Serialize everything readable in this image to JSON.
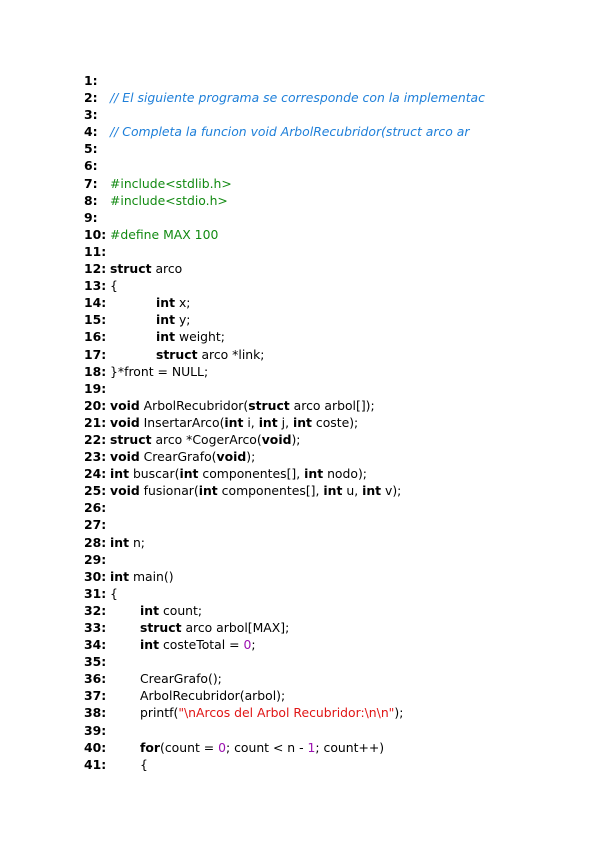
{
  "lines": [
    {
      "n": "1:",
      "ind": 0,
      "toks": []
    },
    {
      "n": "2:",
      "ind": 0,
      "toks": [
        {
          "t": "// El siguiente programa se corresponde con la implementac",
          "c": "cm"
        }
      ]
    },
    {
      "n": "3:",
      "ind": 0,
      "toks": []
    },
    {
      "n": "4:",
      "ind": 0,
      "toks": [
        {
          "t": "// Completa la funcion void ArbolRecubridor(struct arco ar",
          "c": "cm"
        }
      ]
    },
    {
      "n": "5:",
      "ind": 0,
      "toks": []
    },
    {
      "n": "6:",
      "ind": 0,
      "toks": []
    },
    {
      "n": "7:",
      "ind": 0,
      "toks": [
        {
          "t": "#include<stdlib.h>",
          "c": "pp"
        }
      ]
    },
    {
      "n": "8:",
      "ind": 0,
      "toks": [
        {
          "t": "#include<stdio.h>",
          "c": "pp"
        }
      ]
    },
    {
      "n": "9:",
      "ind": 0,
      "toks": []
    },
    {
      "n": "10:",
      "ind": 0,
      "toks": [
        {
          "t": "#define MAX 100",
          "c": "pp"
        }
      ]
    },
    {
      "n": "11:",
      "ind": 0,
      "toks": []
    },
    {
      "n": "12:",
      "ind": 0,
      "toks": [
        {
          "t": "struct",
          "c": "kw"
        },
        {
          "t": " arco"
        }
      ]
    },
    {
      "n": "13:",
      "ind": 0,
      "toks": [
        {
          "t": "{"
        }
      ]
    },
    {
      "n": "14:",
      "ind": 2,
      "toks": [
        {
          "t": "int",
          "c": "kw"
        },
        {
          "t": " x;"
        }
      ]
    },
    {
      "n": "15:",
      "ind": 2,
      "toks": [
        {
          "t": "int",
          "c": "kw"
        },
        {
          "t": " y;"
        }
      ]
    },
    {
      "n": "16:",
      "ind": 2,
      "toks": [
        {
          "t": "int",
          "c": "kw"
        },
        {
          "t": " weight;"
        }
      ]
    },
    {
      "n": "17:",
      "ind": 2,
      "toks": [
        {
          "t": "struct",
          "c": "kw"
        },
        {
          "t": " arco *link;"
        }
      ]
    },
    {
      "n": "18:",
      "ind": 0,
      "toks": [
        {
          "t": "}*front = NULL;"
        }
      ]
    },
    {
      "n": "19:",
      "ind": 0,
      "toks": []
    },
    {
      "n": "20:",
      "ind": 0,
      "toks": [
        {
          "t": "void",
          "c": "kw"
        },
        {
          "t": " ArbolRecubridor("
        },
        {
          "t": "struct",
          "c": "kw"
        },
        {
          "t": " arco arbol[]);"
        }
      ]
    },
    {
      "n": "21:",
      "ind": 0,
      "toks": [
        {
          "t": "void",
          "c": "kw"
        },
        {
          "t": " InsertarArco("
        },
        {
          "t": "int",
          "c": "kw"
        },
        {
          "t": " i, "
        },
        {
          "t": "int",
          "c": "kw"
        },
        {
          "t": " j, "
        },
        {
          "t": "int",
          "c": "kw"
        },
        {
          "t": " coste);"
        }
      ]
    },
    {
      "n": "22:",
      "ind": 0,
      "toks": [
        {
          "t": "struct",
          "c": "kw"
        },
        {
          "t": " arco *CogerArco("
        },
        {
          "t": "void",
          "c": "kw"
        },
        {
          "t": ");"
        }
      ]
    },
    {
      "n": "23:",
      "ind": 0,
      "toks": [
        {
          "t": "void",
          "c": "kw"
        },
        {
          "t": " CrearGrafo("
        },
        {
          "t": "void",
          "c": "kw"
        },
        {
          "t": ");"
        }
      ]
    },
    {
      "n": "24:",
      "ind": 0,
      "toks": [
        {
          "t": "int",
          "c": "kw"
        },
        {
          "t": " buscar("
        },
        {
          "t": "int",
          "c": "kw"
        },
        {
          "t": " componentes[], "
        },
        {
          "t": "int",
          "c": "kw"
        },
        {
          "t": " nodo);"
        }
      ]
    },
    {
      "n": "25:",
      "ind": 0,
      "toks": [
        {
          "t": "void",
          "c": "kw"
        },
        {
          "t": " fusionar("
        },
        {
          "t": "int",
          "c": "kw"
        },
        {
          "t": " componentes[], "
        },
        {
          "t": "int",
          "c": "kw"
        },
        {
          "t": " u, "
        },
        {
          "t": "int",
          "c": "kw"
        },
        {
          "t": " v);"
        }
      ]
    },
    {
      "n": "26:",
      "ind": 0,
      "toks": []
    },
    {
      "n": "27:",
      "ind": 0,
      "toks": []
    },
    {
      "n": "28:",
      "ind": 0,
      "toks": [
        {
          "t": "int",
          "c": "kw"
        },
        {
          "t": " n;"
        }
      ]
    },
    {
      "n": "29:",
      "ind": 0,
      "toks": []
    },
    {
      "n": "30:",
      "ind": 0,
      "toks": [
        {
          "t": "int",
          "c": "kw"
        },
        {
          "t": " main()"
        }
      ]
    },
    {
      "n": "31:",
      "ind": 0,
      "toks": [
        {
          "t": "{"
        }
      ]
    },
    {
      "n": "32:",
      "ind": 1,
      "toks": [
        {
          "t": "int",
          "c": "kw"
        },
        {
          "t": " count;"
        }
      ]
    },
    {
      "n": "33:",
      "ind": 1,
      "toks": [
        {
          "t": "struct",
          "c": "kw"
        },
        {
          "t": " arco arbol[MAX];"
        }
      ]
    },
    {
      "n": "34:",
      "ind": 1,
      "toks": [
        {
          "t": "int",
          "c": "kw"
        },
        {
          "t": " costeTotal = "
        },
        {
          "t": "0",
          "c": "num"
        },
        {
          "t": ";"
        }
      ]
    },
    {
      "n": "35:",
      "ind": 0,
      "toks": []
    },
    {
      "n": "36:",
      "ind": 1,
      "toks": [
        {
          "t": "CrearGrafo();"
        }
      ]
    },
    {
      "n": "37:",
      "ind": 1,
      "toks": [
        {
          "t": "ArbolRecubridor(arbol);"
        }
      ]
    },
    {
      "n": "38:",
      "ind": 1,
      "toks": [
        {
          "t": "printf("
        },
        {
          "t": "\"\\nArcos del Arbol Recubridor:\\n\\n\"",
          "c": "str"
        },
        {
          "t": ");"
        }
      ]
    },
    {
      "n": "39:",
      "ind": 0,
      "toks": []
    },
    {
      "n": "40:",
      "ind": 1,
      "toks": [
        {
          "t": "for",
          "c": "kw"
        },
        {
          "t": "(count = "
        },
        {
          "t": "0",
          "c": "num"
        },
        {
          "t": "; count < n - "
        },
        {
          "t": "1",
          "c": "num"
        },
        {
          "t": "; count++)"
        }
      ]
    },
    {
      "n": "41:",
      "ind": 1,
      "toks": [
        {
          "t": "{"
        }
      ]
    }
  ]
}
